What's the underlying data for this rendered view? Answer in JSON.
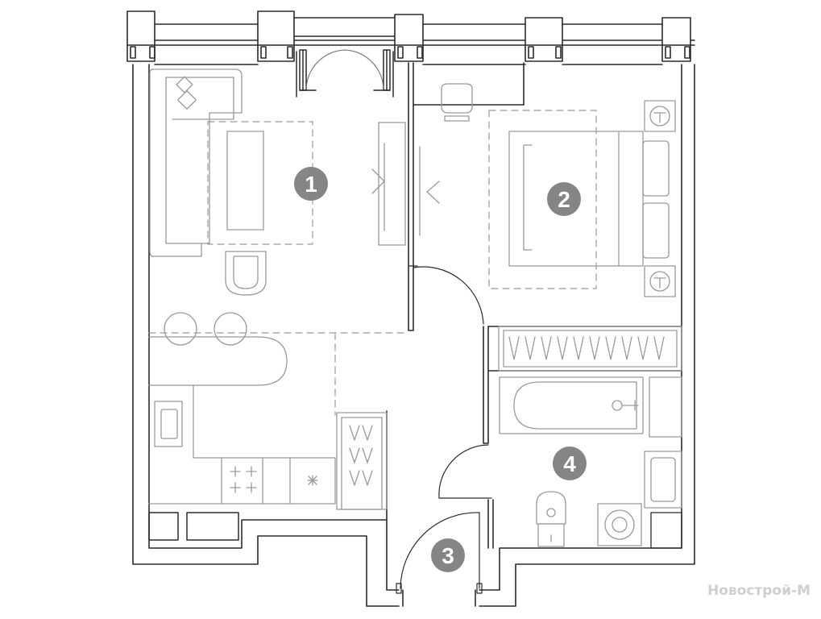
{
  "rooms": [
    {
      "id": "1",
      "label": "1"
    },
    {
      "id": "2",
      "label": "2"
    },
    {
      "id": "3",
      "label": "3"
    },
    {
      "id": "4",
      "label": "4"
    }
  ],
  "watermark": "Новострой-М",
  "colors": {
    "wall": "#2b2b2b",
    "line": "#9a9a9a",
    "marker": "#858585",
    "marker_text": "#ffffff"
  }
}
